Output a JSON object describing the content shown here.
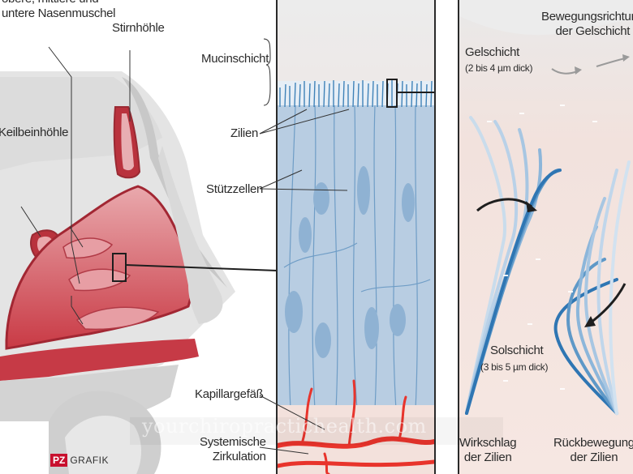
{
  "labels": {
    "nasenmuschel": "obere, mittlere und\nuntere Nasenmuschel",
    "stirnhoehle": "Stirnhöhle",
    "keilbeinhoehle": "Keilbeinhöhle",
    "mucinschicht": "Mucinschicht",
    "zilien": "Zilien",
    "stuetzzellen": "Stützzellen",
    "kapillargefaess": "Kapillargefäß",
    "systemische": "Systemische\nZirkulation",
    "bewegungsrichtung": "Bewegungsrichtung\nder Gelschicht",
    "gelschicht": "Gelschicht",
    "gelschicht_dicke": "(2 bis 4 µm dick)",
    "solschicht": "Solschicht",
    "solschicht_dicke": "(3 bis 5 µm dick)",
    "wirkschlag": "Wirkschlag\nder Zilien",
    "rueckbewegung": "Rückbewegung\nder Zilien"
  },
  "logo": {
    "badge": "PZ",
    "text": "GRAFIK"
  },
  "watermark": "yourchiropractichealth.com",
  "colors": {
    "mucosa": "#c93a45",
    "cells": "#b8cde2",
    "cilia": "#3f82b8",
    "vessel": "#e8342c",
    "bone": "#d7d7d7"
  }
}
